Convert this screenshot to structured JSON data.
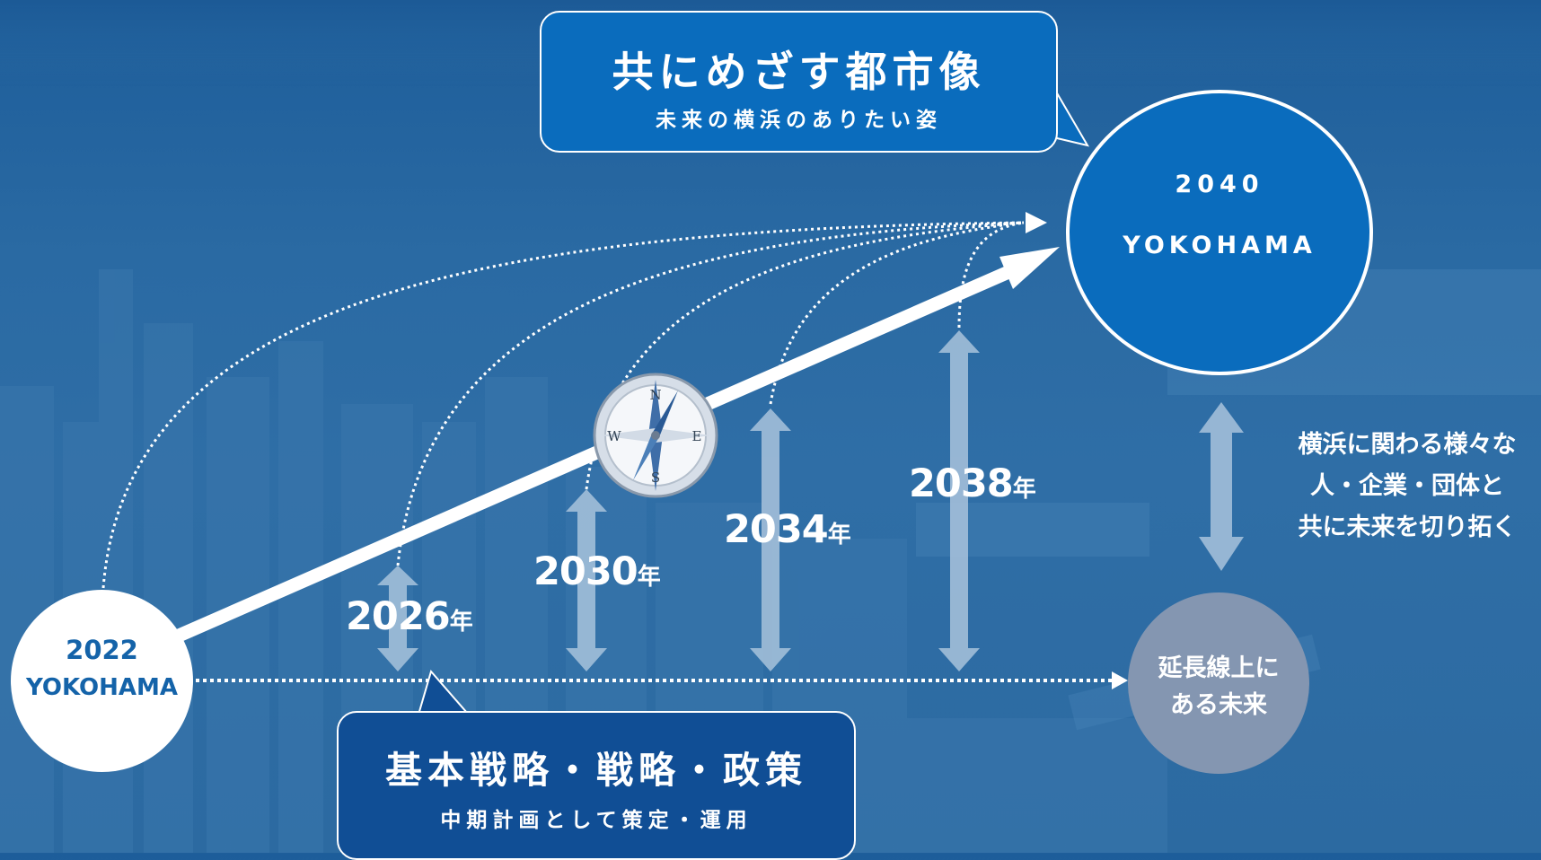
{
  "top_callout": {
    "title": "共にめざす都市像",
    "subtitle": "未来の横浜のありたい姿"
  },
  "bottom_callout": {
    "title": "基本戦略・戦略・政策",
    "subtitle": "中期計画として策定・運用"
  },
  "goal_circle": {
    "year": "2040",
    "name": "YOKOHAMA"
  },
  "start_circle": {
    "year": "2022",
    "name": "YOKOHAMA"
  },
  "extension_circle": {
    "line1": "延長線上に",
    "line2": "ある未来"
  },
  "milestones": [
    {
      "year": "2026",
      "suffix": "年"
    },
    {
      "year": "2030",
      "suffix": "年"
    },
    {
      "year": "2034",
      "suffix": "年"
    },
    {
      "year": "2038",
      "suffix": "年"
    }
  ],
  "side_text": {
    "line1": "横浜に関わる様々な",
    "line2": "人・企業・団体と",
    "line3": "共に未来を切り拓く"
  },
  "colors": {
    "callout_top": "#0a6cbd",
    "callout_bottom": "#104e95",
    "extension": "#8496b1",
    "arrow_pale": "#a9c3dc"
  },
  "icons": {
    "compass": "compass-icon"
  }
}
